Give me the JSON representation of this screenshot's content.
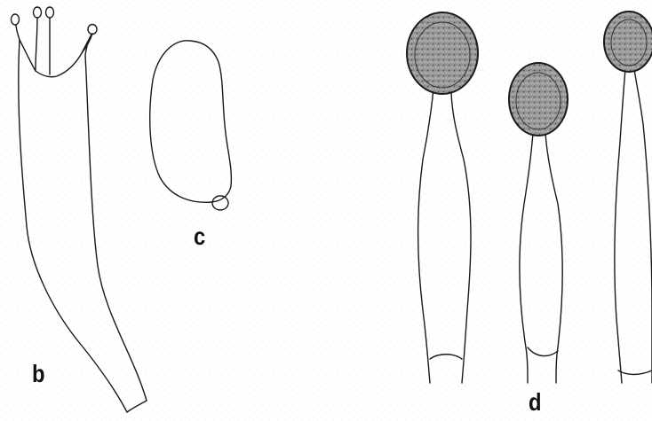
{
  "figure": {
    "labels": {
      "b": "b",
      "c": "c",
      "d": "d"
    },
    "colors": {
      "line": "#1a1a1a",
      "spore_fill": "#7a7a7a",
      "background": "#ffffff",
      "speckle": "#d8d8d8"
    }
  }
}
